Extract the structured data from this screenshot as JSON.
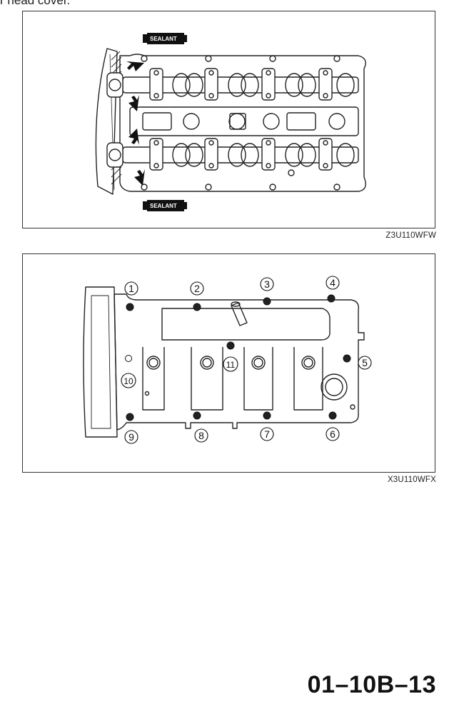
{
  "heading": "r head cover.",
  "figure1": {
    "sealant_label_top": "SEALANT",
    "sealant_label_bottom": "SEALANT",
    "code": "Z3U110WFW"
  },
  "figure2": {
    "bolts": [
      "1",
      "2",
      "3",
      "4",
      "5",
      "6",
      "7",
      "8",
      "9",
      "10",
      "11"
    ],
    "code": "X3U110WFX"
  },
  "page_number": "01–10B–13"
}
